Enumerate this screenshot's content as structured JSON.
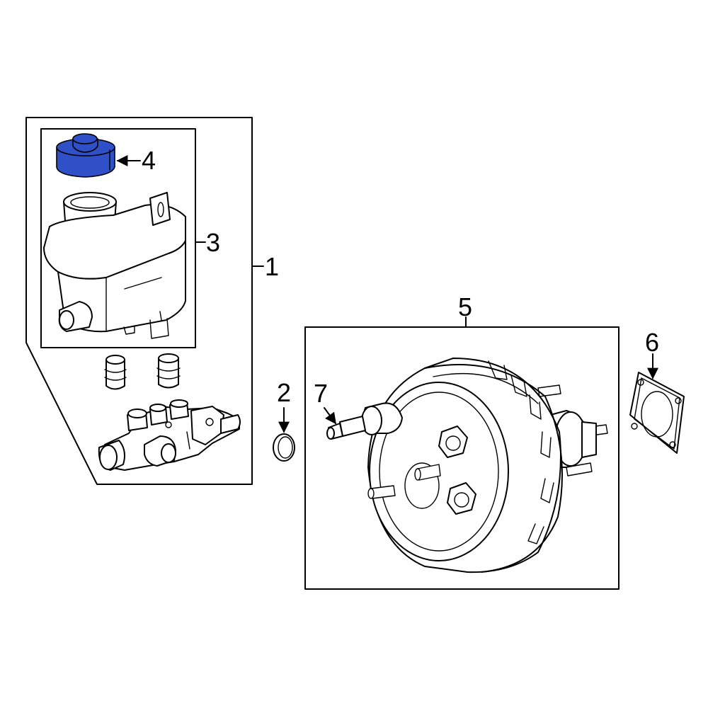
{
  "diagram": {
    "highlight_color": "#3050C8",
    "callouts": {
      "c1": "1",
      "c2": "2",
      "c3": "3",
      "c4": "4",
      "c5": "5",
      "c6": "6",
      "c7": "7"
    },
    "highlighted_part": "4"
  }
}
